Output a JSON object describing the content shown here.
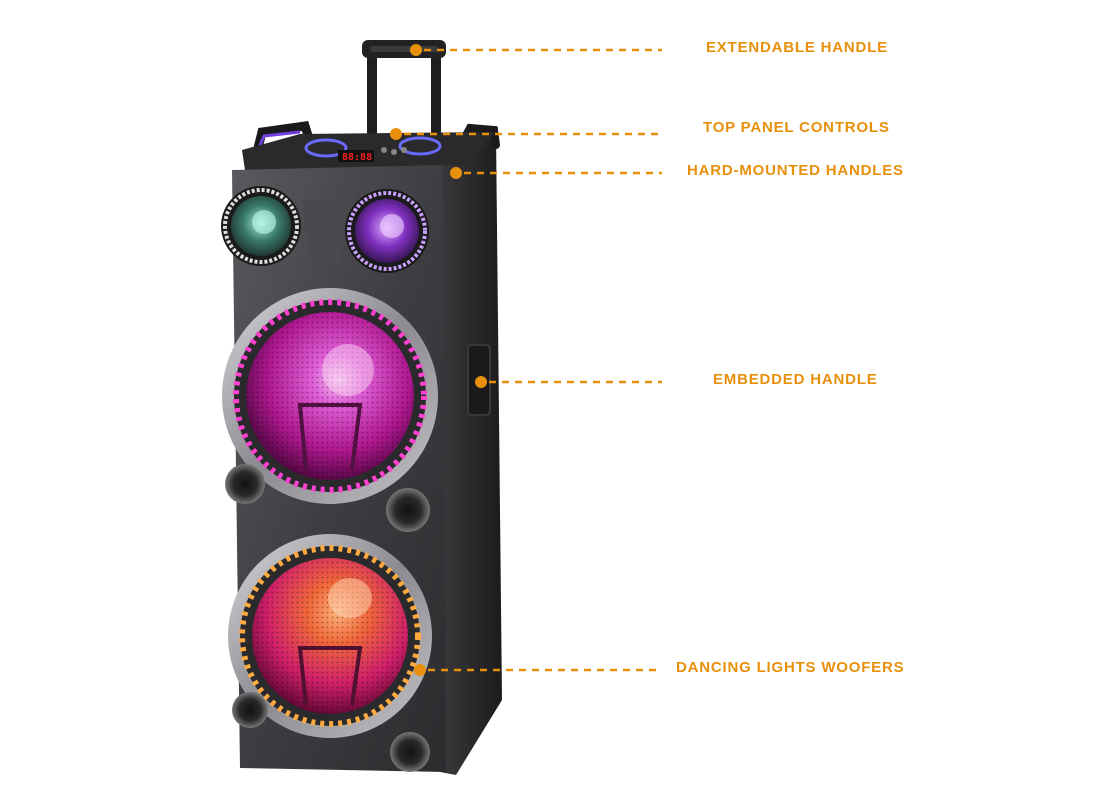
{
  "colors": {
    "accent": "#E8900C",
    "cabinet": "#2b2b2d",
    "woofer_glow": "#e040c8",
    "background": "#ffffff"
  },
  "display": {
    "readout": "88:88"
  },
  "callouts": [
    {
      "label": "EXTENDABLE HANDLE"
    },
    {
      "label": "TOP PANEL CONTROLS"
    },
    {
      "label": "HARD-MOUNTED HANDLES"
    },
    {
      "label": "EMBEDDED HANDLE"
    },
    {
      "label": "DANCING LIGHTS WOOFERS"
    }
  ]
}
